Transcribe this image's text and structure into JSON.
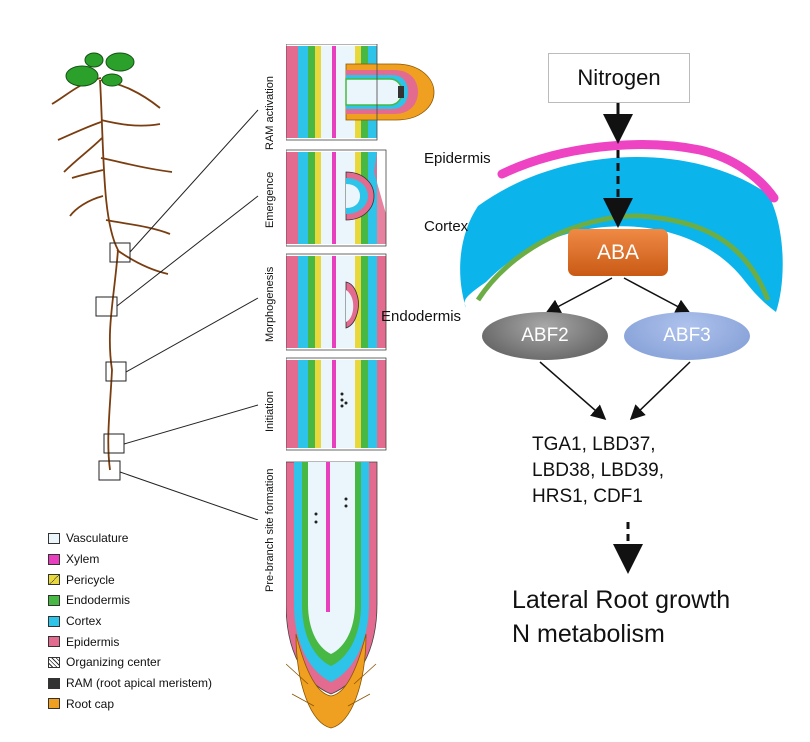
{
  "legend": [
    {
      "label": "Vasculature",
      "color": "#eaf6fb"
    },
    {
      "label": "Xylem",
      "color": "#e83fbf"
    },
    {
      "label": "Pericycle",
      "color": "#e8d83c"
    },
    {
      "label": "Endodermis",
      "color": "#47b843"
    },
    {
      "label": "Cortex",
      "color": "#2ec3e8"
    },
    {
      "label": "Epidermis",
      "color": "#e36b8f"
    },
    {
      "label": "Organizing center",
      "color": "#ffffff"
    },
    {
      "label": "RAM (root apical meristem)",
      "color": "#333333"
    },
    {
      "label": "Root cap",
      "color": "#f0a020"
    }
  ],
  "stages": [
    "RAM activation",
    "Emergence",
    "Morphogenesis",
    "Initiation",
    "Pre-branch site formation"
  ],
  "pathway": {
    "nitrogen": "Nitrogen",
    "epidermis": "Epidermis",
    "cortex": "Cortex",
    "endodermis": "Endodermis",
    "aba": "ABA",
    "abf2": "ABF2",
    "abf3": "ABF3",
    "genes": [
      "TGA1, LBD37,",
      "LBD38, LBD39,",
      "HRS1, CDF1"
    ],
    "outcomes": [
      "Lateral Root growth",
      "N metabolism"
    ]
  },
  "colors": {
    "epidermis_band": "#ee44c4",
    "cortex_fill": "#0cb4ec",
    "endodermis_line": "#6cae45",
    "aba": "#e0722d",
    "abf2": "#777777",
    "abf3": "#8aa6dc"
  }
}
